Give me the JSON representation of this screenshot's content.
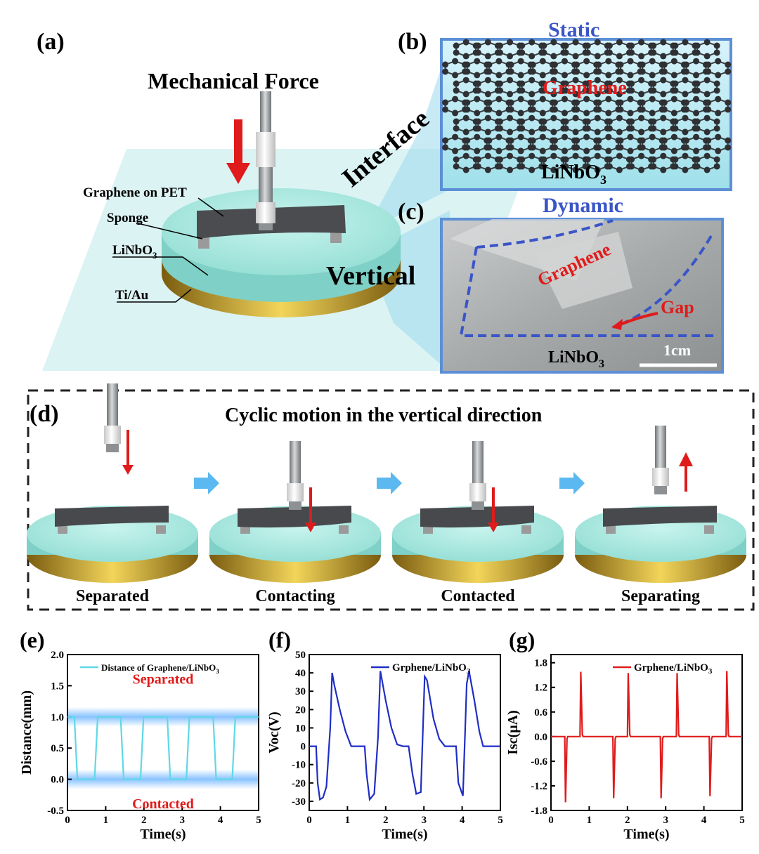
{
  "panel_a": {
    "letter": "(a)",
    "force": "Mechanical Force",
    "graphene_on_pet": "Graphene on PET",
    "sponge": "Sponge",
    "linbo3_base": "LiNbO",
    "linbo3_sub": "3",
    "tiau": "Ti/Au",
    "interface": "Interface",
    "vertical": "Vertical"
  },
  "panel_b": {
    "letter": "(b)",
    "title": "Static",
    "graphene": "Graphene",
    "linbo3_base": "LiNbO",
    "linbo3_sub": "3"
  },
  "panel_c": {
    "letter": "(c)",
    "title": "Dynamic",
    "graphene": "Graphene",
    "gap": "Gap",
    "linbo3_base": "LiNbO",
    "linbo3_sub": "3",
    "scale": "1cm"
  },
  "panel_d": {
    "letter": "(d)",
    "title": "Cyclic motion in the vertical direction",
    "stages": [
      "Separated",
      "Contacting",
      "Contacted",
      "Separating"
    ]
  },
  "panel_e": {
    "letter": "(e)"
  },
  "panel_f": {
    "letter": "(f)"
  },
  "panel_g": {
    "letter": "(g)"
  },
  "colors": {
    "red": "#e01b1b",
    "blue": "#3a55c8",
    "cyan": "#5fd8e6",
    "disk": "#9fe6dc",
    "gold": "#c9a227"
  },
  "chart_data": [
    {
      "type": "line",
      "xlabel": "Time(s)",
      "ylabel": "Distance(mm)",
      "xlim": [
        0,
        5
      ],
      "ylim": [
        -0.5,
        2.0
      ],
      "xticks": [
        "0",
        "1",
        "2",
        "3",
        "4",
        "5"
      ],
      "yticks": [
        "-0.5",
        "0.0",
        "0.5",
        "1.0",
        "1.5",
        "2.0"
      ],
      "legend": "top-right",
      "annotations": [
        "Separated",
        "Contacted"
      ],
      "series": [
        {
          "name": "Distance of Graphene/LiNbO",
          "name_sub": "3",
          "color": "#5fd8e6",
          "x": [
            0,
            0.18,
            0.26,
            0.71,
            0.79,
            1.39,
            1.47,
            1.91,
            1.99,
            2.61,
            2.69,
            3.11,
            3.19,
            3.81,
            3.89,
            4.31,
            4.39,
            5.0
          ],
          "y": [
            1.0,
            1.0,
            0.0,
            0.0,
            1.0,
            1.0,
            0.0,
            0.0,
            1.0,
            1.0,
            0.0,
            0.0,
            1.0,
            1.0,
            0.0,
            0.0,
            1.0,
            1.0
          ]
        }
      ]
    },
    {
      "type": "line",
      "xlabel": "Time(s)",
      "ylabel": "Voc(V)",
      "xlim": [
        0,
        5
      ],
      "ylim": [
        -35,
        50
      ],
      "xticks": [
        "0",
        "1",
        "2",
        "3",
        "4",
        "5"
      ],
      "yticks": [
        "-30",
        "-20",
        "-10",
        "0",
        "10",
        "20",
        "30",
        "40",
        "50"
      ],
      "legend": "top-right",
      "series": [
        {
          "name": "Grphene/LiNbO",
          "name_sub": "3",
          "color": "#1f2ec4",
          "x": [
            0,
            0.18,
            0.22,
            0.28,
            0.36,
            0.45,
            0.55,
            0.6,
            0.66,
            0.8,
            0.95,
            1.1,
            1.22,
            1.35,
            1.45,
            1.5,
            1.58,
            1.7,
            1.8,
            1.86,
            2.0,
            2.15,
            2.3,
            2.45,
            2.6,
            2.7,
            2.8,
            2.92,
            3.02,
            3.08,
            3.25,
            3.4,
            3.55,
            3.7,
            3.84,
            3.9,
            4.02,
            4.12,
            4.18,
            4.32,
            4.45,
            4.55,
            5.0
          ],
          "y": [
            0,
            0,
            -20,
            -29,
            -28,
            -22,
            10,
            40,
            33,
            20,
            8,
            0,
            0,
            0,
            0,
            -15,
            -29,
            -26,
            5,
            41,
            25,
            10,
            1,
            0,
            0,
            -15,
            -26,
            -25,
            38,
            36,
            15,
            4,
            0,
            0,
            0,
            -20,
            -27,
            34,
            41,
            25,
            8,
            0,
            0
          ]
        }
      ]
    },
    {
      "type": "line",
      "xlabel": "Time(s)",
      "ylabel": "Isc(μA)",
      "xlim": [
        0,
        5
      ],
      "ylim": [
        -1.8,
        2.0
      ],
      "xticks": [
        "0",
        "1",
        "2",
        "3",
        "4",
        "5"
      ],
      "yticks": [
        "-1.8",
        "-1.2",
        "-0.6",
        "0.0",
        "0.6",
        "1.2",
        "1.8"
      ],
      "legend": "top-right",
      "series": [
        {
          "name": "Grphene/LiNbO",
          "name_sub": "3",
          "color": "#e01b1b",
          "x": [
            0,
            0.36,
            0.38,
            0.42,
            0.44,
            0.76,
            0.78,
            0.82,
            0.84,
            1.62,
            1.64,
            1.68,
            1.7,
            2.0,
            2.02,
            2.06,
            2.08,
            2.86,
            2.88,
            2.92,
            2.94,
            3.28,
            3.3,
            3.34,
            3.36,
            4.14,
            4.16,
            4.2,
            4.22,
            4.58,
            4.6,
            4.64,
            4.66,
            5.0
          ],
          "y": [
            0,
            0,
            -1.6,
            -0.05,
            0,
            0,
            1.58,
            0.05,
            0,
            0,
            -1.5,
            -0.05,
            0,
            0,
            1.55,
            0.05,
            0,
            0,
            -1.5,
            -0.05,
            0,
            0,
            1.55,
            0.05,
            0,
            0,
            -1.45,
            -0.05,
            0,
            0,
            1.6,
            0.05,
            0,
            0
          ]
        }
      ]
    }
  ]
}
